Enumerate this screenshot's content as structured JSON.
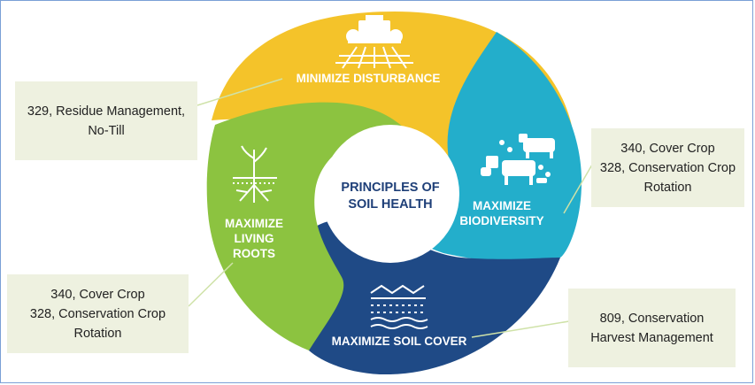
{
  "colors": {
    "yellow": "#f4c32a",
    "teal": "#23aecb",
    "navy": "#1f4a86",
    "green": "#8cc340",
    "center_text": "#1e3f78",
    "callout_bg": "#eef1e0",
    "frame": "#7aa0d6"
  },
  "center": {
    "line1": "PRINCIPLES OF",
    "line2": "SOIL HEALTH"
  },
  "segments": {
    "disturbance": {
      "label": "MINIMIZE DISTURBANCE",
      "icon": "tractor-icon"
    },
    "biodiversity": {
      "line1": "MAXIMIZE",
      "line2": "BIODIVERSITY",
      "icon": "livestock-icon"
    },
    "soil_cover": {
      "label": "MAXIMIZE SOIL COVER",
      "icon": "soil-cover-icon"
    },
    "roots": {
      "line1": "MAXIMIZE",
      "line2": "LIVING",
      "line3": "ROOTS",
      "icon": "plant-roots-icon"
    }
  },
  "callouts": {
    "residue": {
      "line1": "329, Residue Management,",
      "line2": "No-Till"
    },
    "cover_right": {
      "line1": "340, Cover Crop",
      "line2": "328, Conservation Crop",
      "line3": "Rotation"
    },
    "cover_left": {
      "line1": "340, Cover Crop",
      "line2": "328, Conservation Crop",
      "line3": "Rotation"
    },
    "harvest": {
      "line1": "809, Conservation",
      "line2": "Harvest Management"
    }
  }
}
